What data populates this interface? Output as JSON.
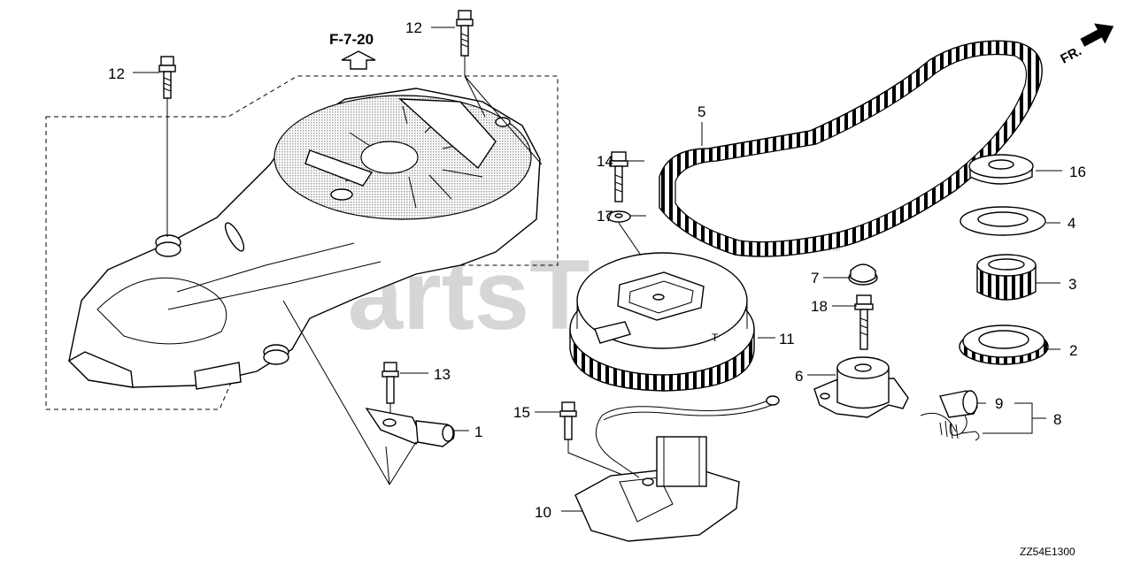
{
  "diagram": {
    "reference_label": "F-7-20",
    "direction_label": "FR.",
    "diagram_code": "ZZ54E1300",
    "watermark": "PartsTree",
    "watermark_tm": "TM"
  },
  "callouts": [
    {
      "id": "c1",
      "text": "1"
    },
    {
      "id": "c2",
      "text": "2"
    },
    {
      "id": "c3",
      "text": "3"
    },
    {
      "id": "c4",
      "text": "4"
    },
    {
      "id": "c5",
      "text": "5"
    },
    {
      "id": "c6",
      "text": "6"
    },
    {
      "id": "c7",
      "text": "7"
    },
    {
      "id": "c8",
      "text": "8"
    },
    {
      "id": "c9",
      "text": "9"
    },
    {
      "id": "c10",
      "text": "10"
    },
    {
      "id": "c11",
      "text": "11"
    },
    {
      "id": "c12a",
      "text": "12"
    },
    {
      "id": "c12b",
      "text": "12"
    },
    {
      "id": "c13",
      "text": "13"
    },
    {
      "id": "c14",
      "text": "14"
    },
    {
      "id": "c15",
      "text": "15"
    },
    {
      "id": "c16",
      "text": "16"
    },
    {
      "id": "c17",
      "text": "17"
    },
    {
      "id": "c18",
      "text": "18"
    }
  ]
}
